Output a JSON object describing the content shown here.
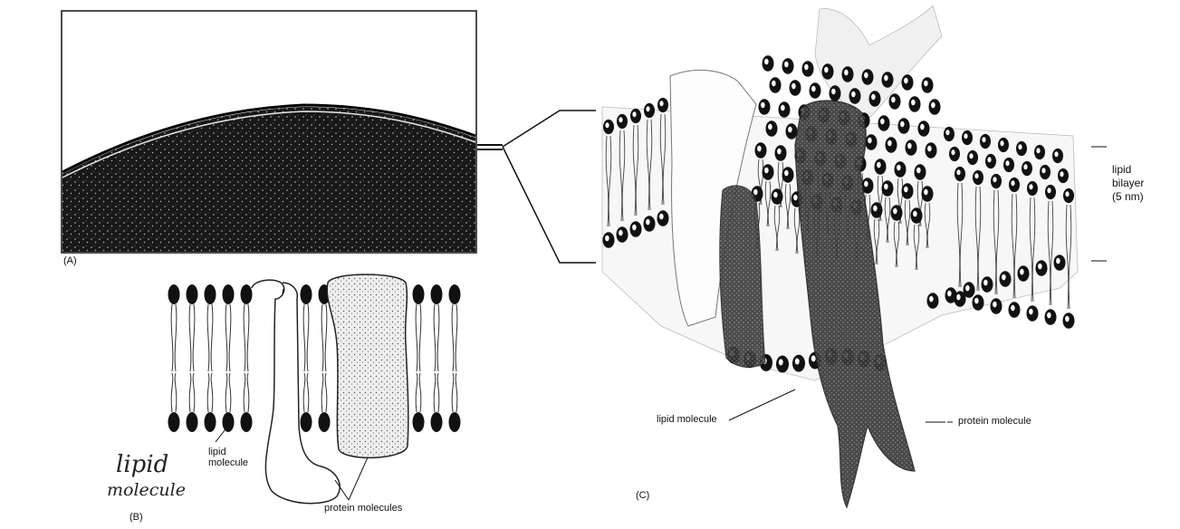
{
  "panel_a": {
    "label": "(A)"
  },
  "panel_b": {
    "label": "(B)",
    "lipid_label": [
      "lipid",
      "molecule"
    ],
    "protein_label": "protein molecules",
    "handwritten_note": [
      "lipid",
      "molecule"
    ]
  },
  "panel_c": {
    "label": "(C)",
    "bilayer_label": [
      "lipid",
      "bilayer",
      "(5 nm)"
    ],
    "lipid_label": "lipid molecule",
    "protein_label": "protein molecule"
  }
}
